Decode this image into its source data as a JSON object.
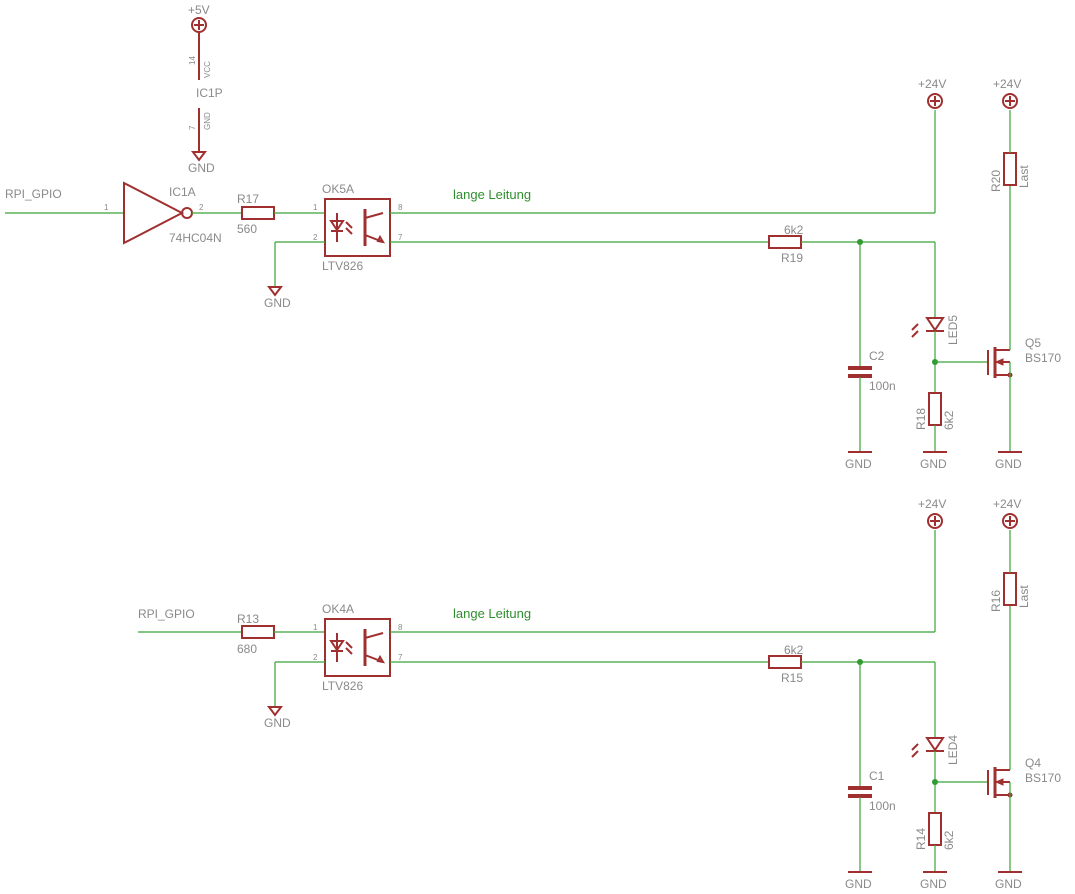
{
  "labels": {
    "vcc5": "+5V",
    "ic1p": "IC1P",
    "vcc_pin": "14",
    "vcc_name": "VCC",
    "gnd_pin": "7",
    "gnd_name": "GND",
    "gnd": "GND",
    "plus24": "+24V",
    "rpi_gpio": "RPI_GPIO",
    "ic1a": "IC1A",
    "ic_value": "74HC04N",
    "pin1": "1",
    "pin2": "2",
    "pin7": "7",
    "pin8": "8",
    "lange_leitung": "lange Leitung",
    "ok5a": "OK5A",
    "ok4a": "OK4A",
    "ltv": "LTV826",
    "r17": "R17",
    "r17_val": "560",
    "r13": "R13",
    "r13_val": "680",
    "r19": "R19",
    "r15": "R15",
    "val_6k2": "6k2",
    "r18": "R18",
    "r14": "R14",
    "r20": "R20",
    "r16": "R16",
    "last": "Last",
    "led5": "LED5",
    "led4": "LED4",
    "c2": "C2",
    "c1": "C1",
    "val_100n": "100n",
    "q5": "Q5",
    "q4": "Q4",
    "bs170": "BS170"
  },
  "colors": {
    "wire": "#3aa23a",
    "symbol": "#a03030",
    "label": "#8a8a8a",
    "net_label": "#2f8f2f"
  }
}
